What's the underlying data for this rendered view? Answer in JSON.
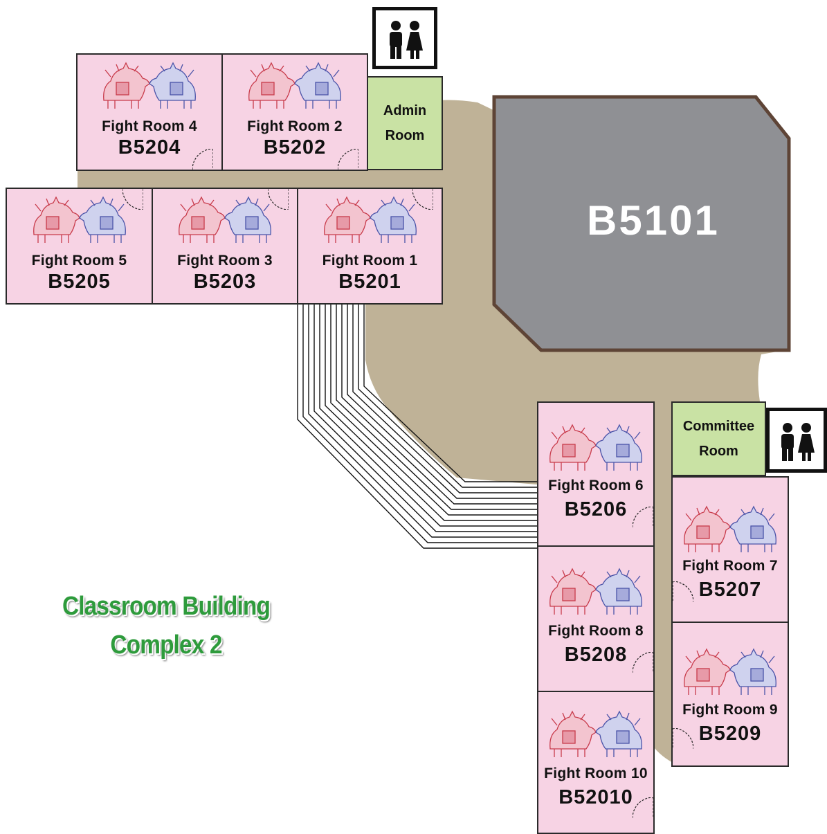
{
  "map_title": {
    "line1": "Classroom Building",
    "line2": "Complex 2"
  },
  "colors": {
    "room_fill": "#f7d3e4",
    "office_fill": "#c9e2a4",
    "ground": "#bfb297",
    "hall_fill": "#8f9094",
    "hall_border": "#5e4436",
    "title_green": "#2e9b3c"
  },
  "hall": {
    "code": "B5101"
  },
  "rooms": [
    {
      "name": "Fight Room 4",
      "code": "B5204"
    },
    {
      "name": "Fight Room 2",
      "code": "B5202"
    },
    {
      "name": "Fight Room 5",
      "code": "B5205"
    },
    {
      "name": "Fight Room 3",
      "code": "B5203"
    },
    {
      "name": "Fight Room 1",
      "code": "B5201"
    },
    {
      "name": "Fight Room 6",
      "code": "B5206"
    },
    {
      "name": "Fight Room 8",
      "code": "B5208"
    },
    {
      "name": "Fight Room 10",
      "code": "B52010"
    },
    {
      "name": "Fight Room 7",
      "code": "B5207"
    },
    {
      "name": "Fight Room 9",
      "code": "B5209"
    }
  ],
  "offices": {
    "admin": {
      "line1": "Admin",
      "line2": "Room"
    },
    "committee": {
      "line1": "Committee",
      "line2": "Room"
    }
  },
  "icons": {
    "restroom": "restroom-icon",
    "emblem": "twin-elephant-emblem-icon",
    "door": "door-swing-icon"
  }
}
